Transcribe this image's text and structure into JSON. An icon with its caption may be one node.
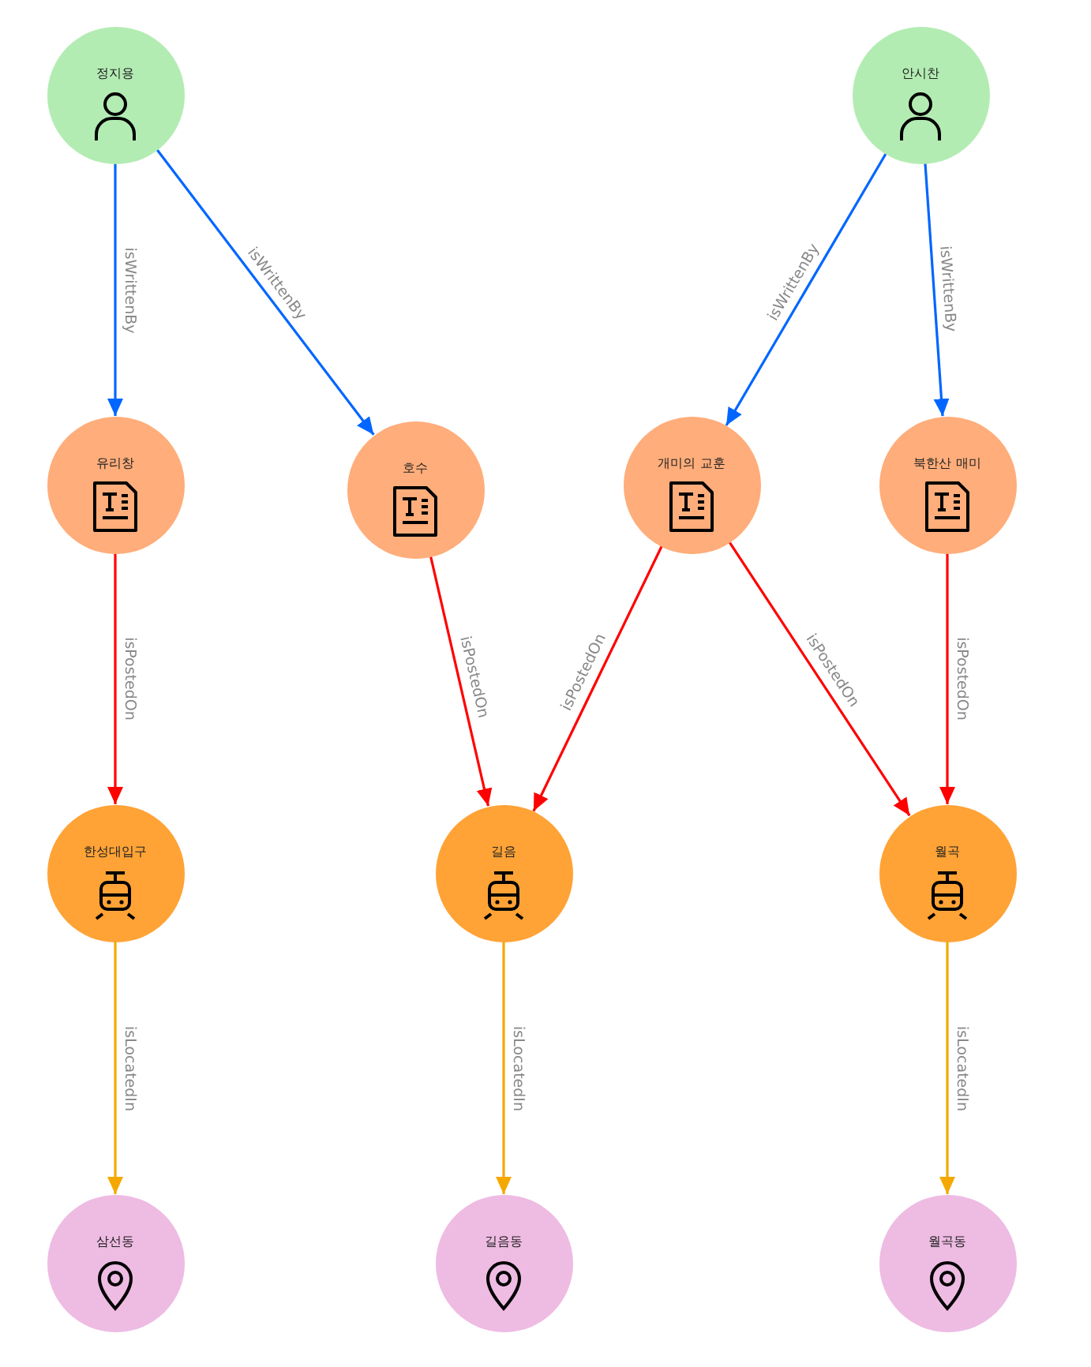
{
  "diagram": {
    "nodes": [
      {
        "text": [
          "정지용"
        ]
      },
      {
        "text": [
          "안시찬"
        ]
      },
      {
        "text": [
          "유리창"
        ]
      },
      {
        "text": [
          "호수"
        ]
      },
      {
        "text": [
          "개미의 교훈"
        ]
      },
      {
        "text": [
          "북한산 매미"
        ]
      },
      {
        "text": [
          "한성대입구"
        ]
      },
      {
        "text": [
          "길음"
        ]
      },
      {
        "text": [
          "월곡"
        ]
      },
      {
        "text": [
          "삼선동"
        ]
      },
      {
        "text": [
          "길음동"
        ]
      },
      {
        "text": [
          "월곡동"
        ]
      }
    ],
    "edges": [
      {
        "from": 0,
        "to": 2,
        "arrow": "to",
        "label": "isWrittenBy",
        "color": "#0066ff"
      },
      {
        "from": 0,
        "to": 3,
        "arrow": "to",
        "label": "isWrittenBy",
        "color": "#0066ff"
      },
      {
        "from": 1,
        "to": 4,
        "arrow": "to",
        "label": "isWrittenBy",
        "color": "#0066ff"
      },
      {
        "from": 1,
        "to": 5,
        "arrow": "to",
        "label": "isWrittenBy",
        "color": "#0066ff"
      },
      {
        "from": 2,
        "to": 6,
        "arrow": "to",
        "label": "isPostedOn",
        "color": "#ff0000"
      },
      {
        "from": 3,
        "to": 7,
        "arrow": "to",
        "label": "isPostedOn",
        "color": "#ff0000"
      },
      {
        "from": 4,
        "to": 7,
        "arrow": "to",
        "label": "isPostedOn",
        "color": "#ff0000"
      },
      {
        "from": 4,
        "to": 8,
        "arrow": "to",
        "label": "isPostedOn",
        "color": "#ff0000"
      },
      {
        "from": 5,
        "to": 8,
        "arrow": "to",
        "label": "isPostedOn",
        "color": "#ff0000"
      },
      {
        "from": 6,
        "to": 9,
        "arrow": "to",
        "label": "isLocatedIn",
        "color": "#f5a800"
      },
      {
        "from": 7,
        "to": 10,
        "arrow": "to",
        "label": "isLocatedIn",
        "color": "#f5a800"
      },
      {
        "from": 8,
        "to": 11,
        "arrow": "to",
        "label": "isLocatedIn",
        "color": "#f5a800"
      }
    ]
  }
}
